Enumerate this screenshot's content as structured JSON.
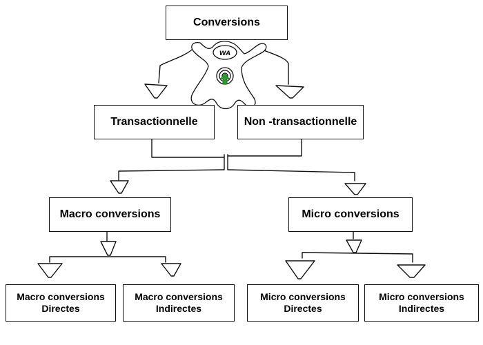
{
  "diagram": {
    "root": "Conversions",
    "level1": [
      "Transactionnelle",
      "Non -transactionnelle"
    ],
    "level2": [
      "Macro conversions",
      "Micro conversions"
    ],
    "leaves": [
      {
        "line1": "Macro conversions",
        "line2": "Directes"
      },
      {
        "line1": "Macro conversions",
        "line2": "Indirectes"
      },
      {
        "line1": "Micro conversions",
        "line2": "Directes"
      },
      {
        "line1": "Micro conversions",
        "line2": "Indirectes"
      }
    ],
    "mascot": {
      "label": "WA",
      "arrow_color": "#2e9b2e"
    }
  },
  "colors": {
    "stroke": "#111111",
    "background": "#ffffff"
  }
}
